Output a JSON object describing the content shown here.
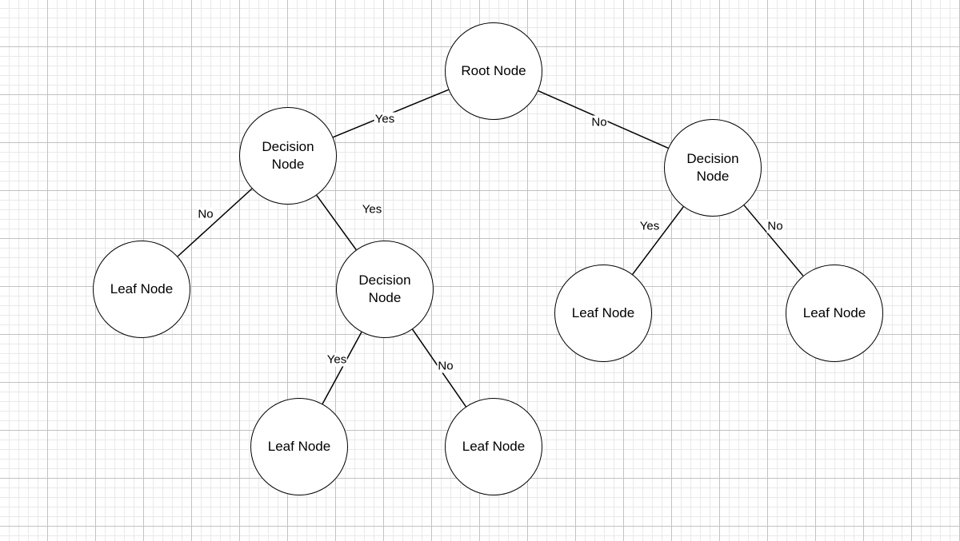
{
  "diagram": {
    "type": "decision-tree",
    "nodes": [
      {
        "id": "root",
        "label": "Root Node",
        "kind": "root"
      },
      {
        "id": "d1",
        "label": "Decision\nNode",
        "kind": "decision"
      },
      {
        "id": "d2",
        "label": "Decision\nNode",
        "kind": "decision"
      },
      {
        "id": "d3",
        "label": "Decision\nNode",
        "kind": "decision"
      },
      {
        "id": "l1",
        "label": "Leaf Node",
        "kind": "leaf"
      },
      {
        "id": "l2",
        "label": "Leaf Node",
        "kind": "leaf"
      },
      {
        "id": "l3",
        "label": "Leaf Node",
        "kind": "leaf"
      },
      {
        "id": "l4",
        "label": "Leaf Node",
        "kind": "leaf"
      },
      {
        "id": "l5",
        "label": "Leaf Node",
        "kind": "leaf"
      }
    ],
    "edges": [
      {
        "from": "root",
        "to": "d1",
        "label": "Yes"
      },
      {
        "from": "root",
        "to": "d2",
        "label": "No"
      },
      {
        "from": "d1",
        "to": "l1",
        "label": "No"
      },
      {
        "from": "d1",
        "to": "d3",
        "label": "Yes"
      },
      {
        "from": "d3",
        "to": "l2",
        "label": "Yes"
      },
      {
        "from": "d3",
        "to": "l3",
        "label": "No"
      },
      {
        "from": "d2",
        "to": "l4",
        "label": "Yes"
      },
      {
        "from": "d2",
        "to": "l5",
        "label": "No"
      }
    ],
    "colors": {
      "stroke": "#000000",
      "node_fill": "#ffffff",
      "grid_major": "#c2c2c2",
      "grid_minor": "#e9e9e9"
    }
  }
}
